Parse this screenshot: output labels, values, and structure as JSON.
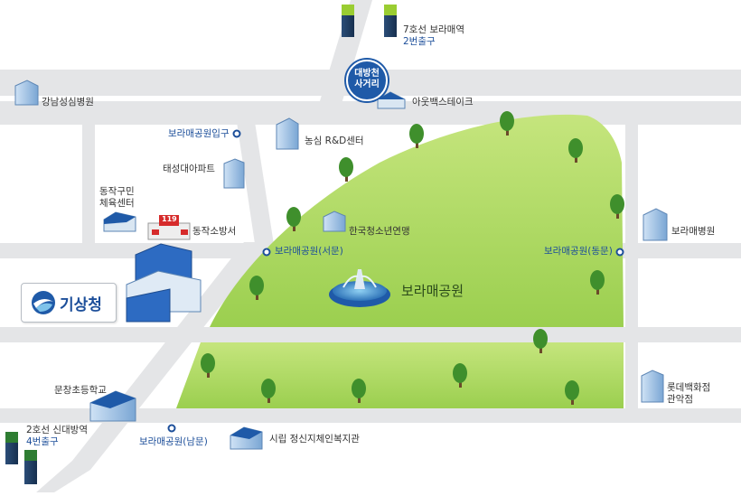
{
  "map": {
    "park_name": "보라매공원",
    "intersection": {
      "line1": "대방천",
      "line2": "사거리"
    },
    "agency": {
      "name": "기상청"
    },
    "stations": {
      "line7": {
        "line": "7호선 보라매역",
        "exit": "2번출구"
      },
      "line2": {
        "line": "2호선 신대방역",
        "exit": "4번출구"
      }
    },
    "park_entrances": {
      "main": "보라매공원입구",
      "west": "보라매공원(서문)",
      "east": "보라매공원(동문)",
      "south": "보라매공원(남문)"
    },
    "places": {
      "gangnam_hospital": "강남성심병원",
      "outback": "아웃백스테이크",
      "nongshim": "농심 R&D센터",
      "taesung": "태성대아파트",
      "sports_center": {
        "line1": "동작구민",
        "line2": "체육센터"
      },
      "fire_station": "동작소방서",
      "youth": "한국청소년연맹",
      "boramae_hospital": "보라매병원",
      "school": "문창초등학교",
      "welfare": "시립 정신지체인복지관",
      "lotte": {
        "line1": "롯데백화점",
        "line2": "관악점"
      }
    },
    "fire_sign": "119",
    "colors": {
      "road": "#e4e5e7",
      "park": "#a8d45c",
      "station_accent": "#2e7d32",
      "tower_dark": "#1f3e63",
      "badge": "#1f5aa8",
      "marker": "#1d4f9a"
    }
  }
}
